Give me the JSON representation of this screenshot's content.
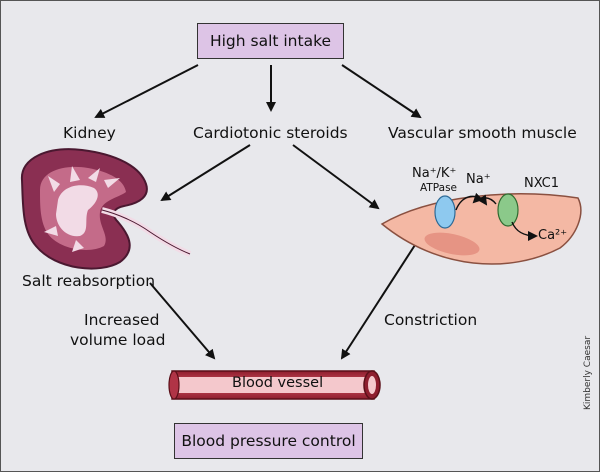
{
  "boxes": {
    "top": "High salt intake",
    "bottom": "Blood pressure control"
  },
  "labels": {
    "kidney": "Kidney",
    "cardiotonic": "Cardiotonic steroids",
    "vsm": "Vascular smooth muscle",
    "salt_reabsorption": "Salt reabsorption",
    "increased_line1": "Increased",
    "increased_line2": "volume load",
    "constriction": "Constriction",
    "blood_vessel": "Blood vessel"
  },
  "cell_labels": {
    "pump_line1": "Na⁺/K⁺",
    "pump_line2": "ATPase",
    "na": "Na⁺",
    "nxc1": "NXC1",
    "ca": "Ca²⁺"
  },
  "credit": "Kimberly Caesar",
  "colors": {
    "background": "#e8e8ec",
    "box_fill": "#ddc4e6",
    "muscle_fill": "#f4b8a4",
    "vessel_fill": "#c23a4a",
    "kidney_fill": "#8a2f52",
    "pump_fill": "#8ec9ef",
    "nxc1_fill": "#8bc98a"
  }
}
